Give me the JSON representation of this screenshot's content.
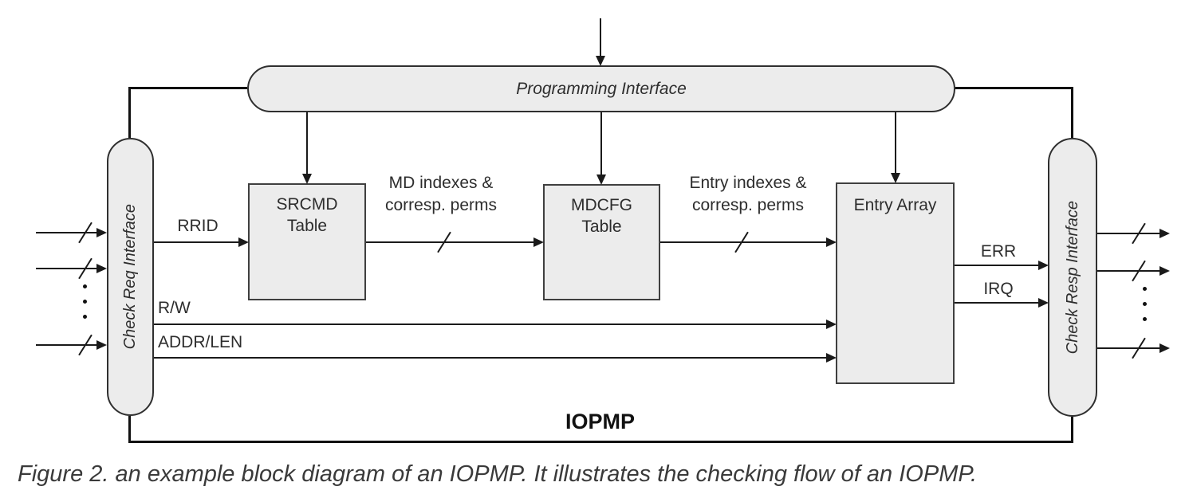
{
  "diagram": {
    "programming_interface": "Programming Interface",
    "check_req_interface": "Check Req Interface",
    "check_resp_interface": "Check Resp Interface",
    "boxes": {
      "srcmd": {
        "line1": "SRCMD",
        "line2": "Table"
      },
      "mdcfg": {
        "line1": "MDCFG",
        "line2": "Table"
      },
      "entry_array": "Entry Array"
    },
    "signals": {
      "rrid": "RRID",
      "rw": "R/W",
      "addr_len": "ADDR/LEN",
      "err": "ERR",
      "irq": "IRQ"
    },
    "bus_labels": {
      "md": {
        "line1": "MD indexes &",
        "line2": "corresp. perms"
      },
      "entry": {
        "line1": "Entry indexes &",
        "line2": "corresp. perms"
      }
    },
    "container_label": "IOPMP"
  },
  "caption": "Figure 2. an example block diagram of an IOPMP. It illustrates the checking flow of an IOPMP.",
  "colors": {
    "box_fill": "#ececec",
    "box_border": "#3f3f3f",
    "line": "#1a1a1a",
    "text": "#2d2d2d"
  }
}
